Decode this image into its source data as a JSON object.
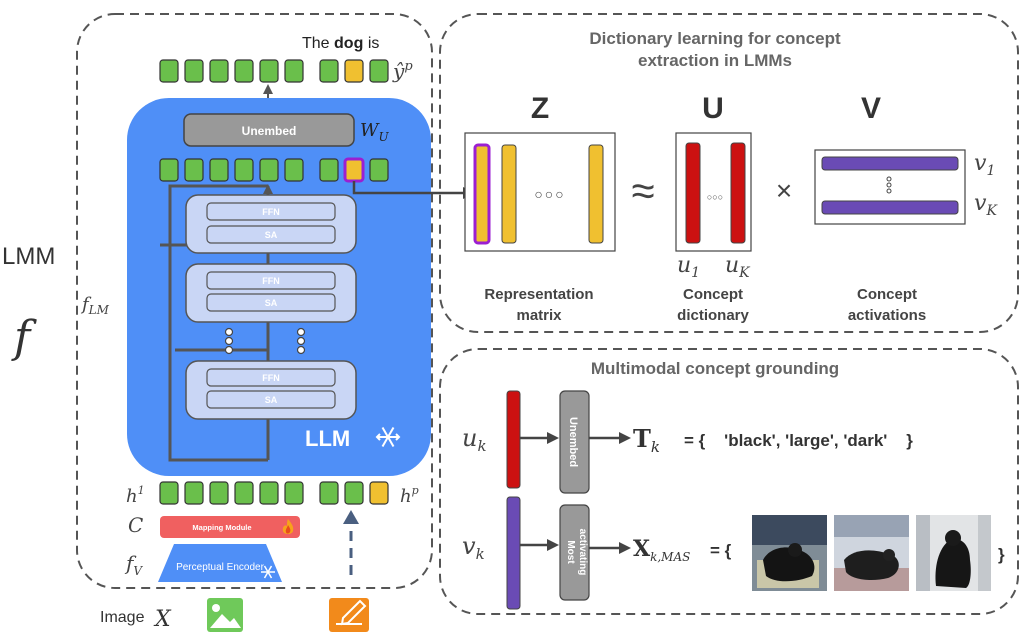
{
  "left": {
    "lmm_label": "LMM",
    "f_label": "f",
    "output_text_prefix": "The",
    "output_text_bold": "dog",
    "output_text_suffix": "is",
    "yhat_label": "ŷ",
    "yhat_sup": "p",
    "unembed_label": "Unembed",
    "wu_label": "W",
    "wu_sub": "U",
    "block_ffn": "FFN",
    "block_sa": "SA",
    "flm_label": "f",
    "flm_sub": "LM",
    "llm_label": "LLM",
    "h1_label": "h",
    "h1_sup": "1",
    "hp_label": "h",
    "hp_sup": "p",
    "c_label": "C",
    "mapping_label": "Mapping Module",
    "fv_label": "f",
    "fv_sub": "V",
    "encoder_label": "Perceptual Encoder",
    "image_label": "Image",
    "x_label": "X"
  },
  "dictionary": {
    "title_line1": "Dictionary learning for concept",
    "title_line2": "extraction in LMMs",
    "z_label": "Z",
    "u_label": "U",
    "v_label": "V",
    "approx_symbol": "≈",
    "times_symbol": "×",
    "dots": "○○○",
    "u1_label": "u",
    "u1_sub": "1",
    "uk_label": "u",
    "uk_sub": "K",
    "v1_label": "v",
    "v1_sub": "1",
    "vk_label": "v",
    "vk_sub": "K",
    "rep_line1": "Representation",
    "rep_line2": "matrix",
    "dict_line1": "Concept",
    "dict_line2": "dictionary",
    "act_line1": "Concept",
    "act_line2": "activations"
  },
  "grounding": {
    "title": "Multimodal concept grounding",
    "uk_label": "u",
    "uk_sub": "k",
    "vk_label": "v",
    "vk_sub": "k",
    "unembed_label": "Unembed",
    "most_activating_line1": "Most",
    "most_activating_line2": "activating",
    "tk_label": "T",
    "tk_sub": "k",
    "words_text": "= {    'black', 'large', 'dark'    }",
    "xk_label": "X",
    "xk_sub": "k,MAS",
    "xk_eq": "= {",
    "close_brace": "}"
  },
  "colors": {
    "token_green": "#6abf4b",
    "token_yellow": "#f0c030",
    "llm_blue": "#4f8ff7",
    "block_fill": "#c9d6f5",
    "unembed_gray": "#999999",
    "concept_red": "#cc1111",
    "concept_purple": "#6a4bb5",
    "mapping_red": "#f06060",
    "highlight_purple": "#9b1fd1"
  }
}
